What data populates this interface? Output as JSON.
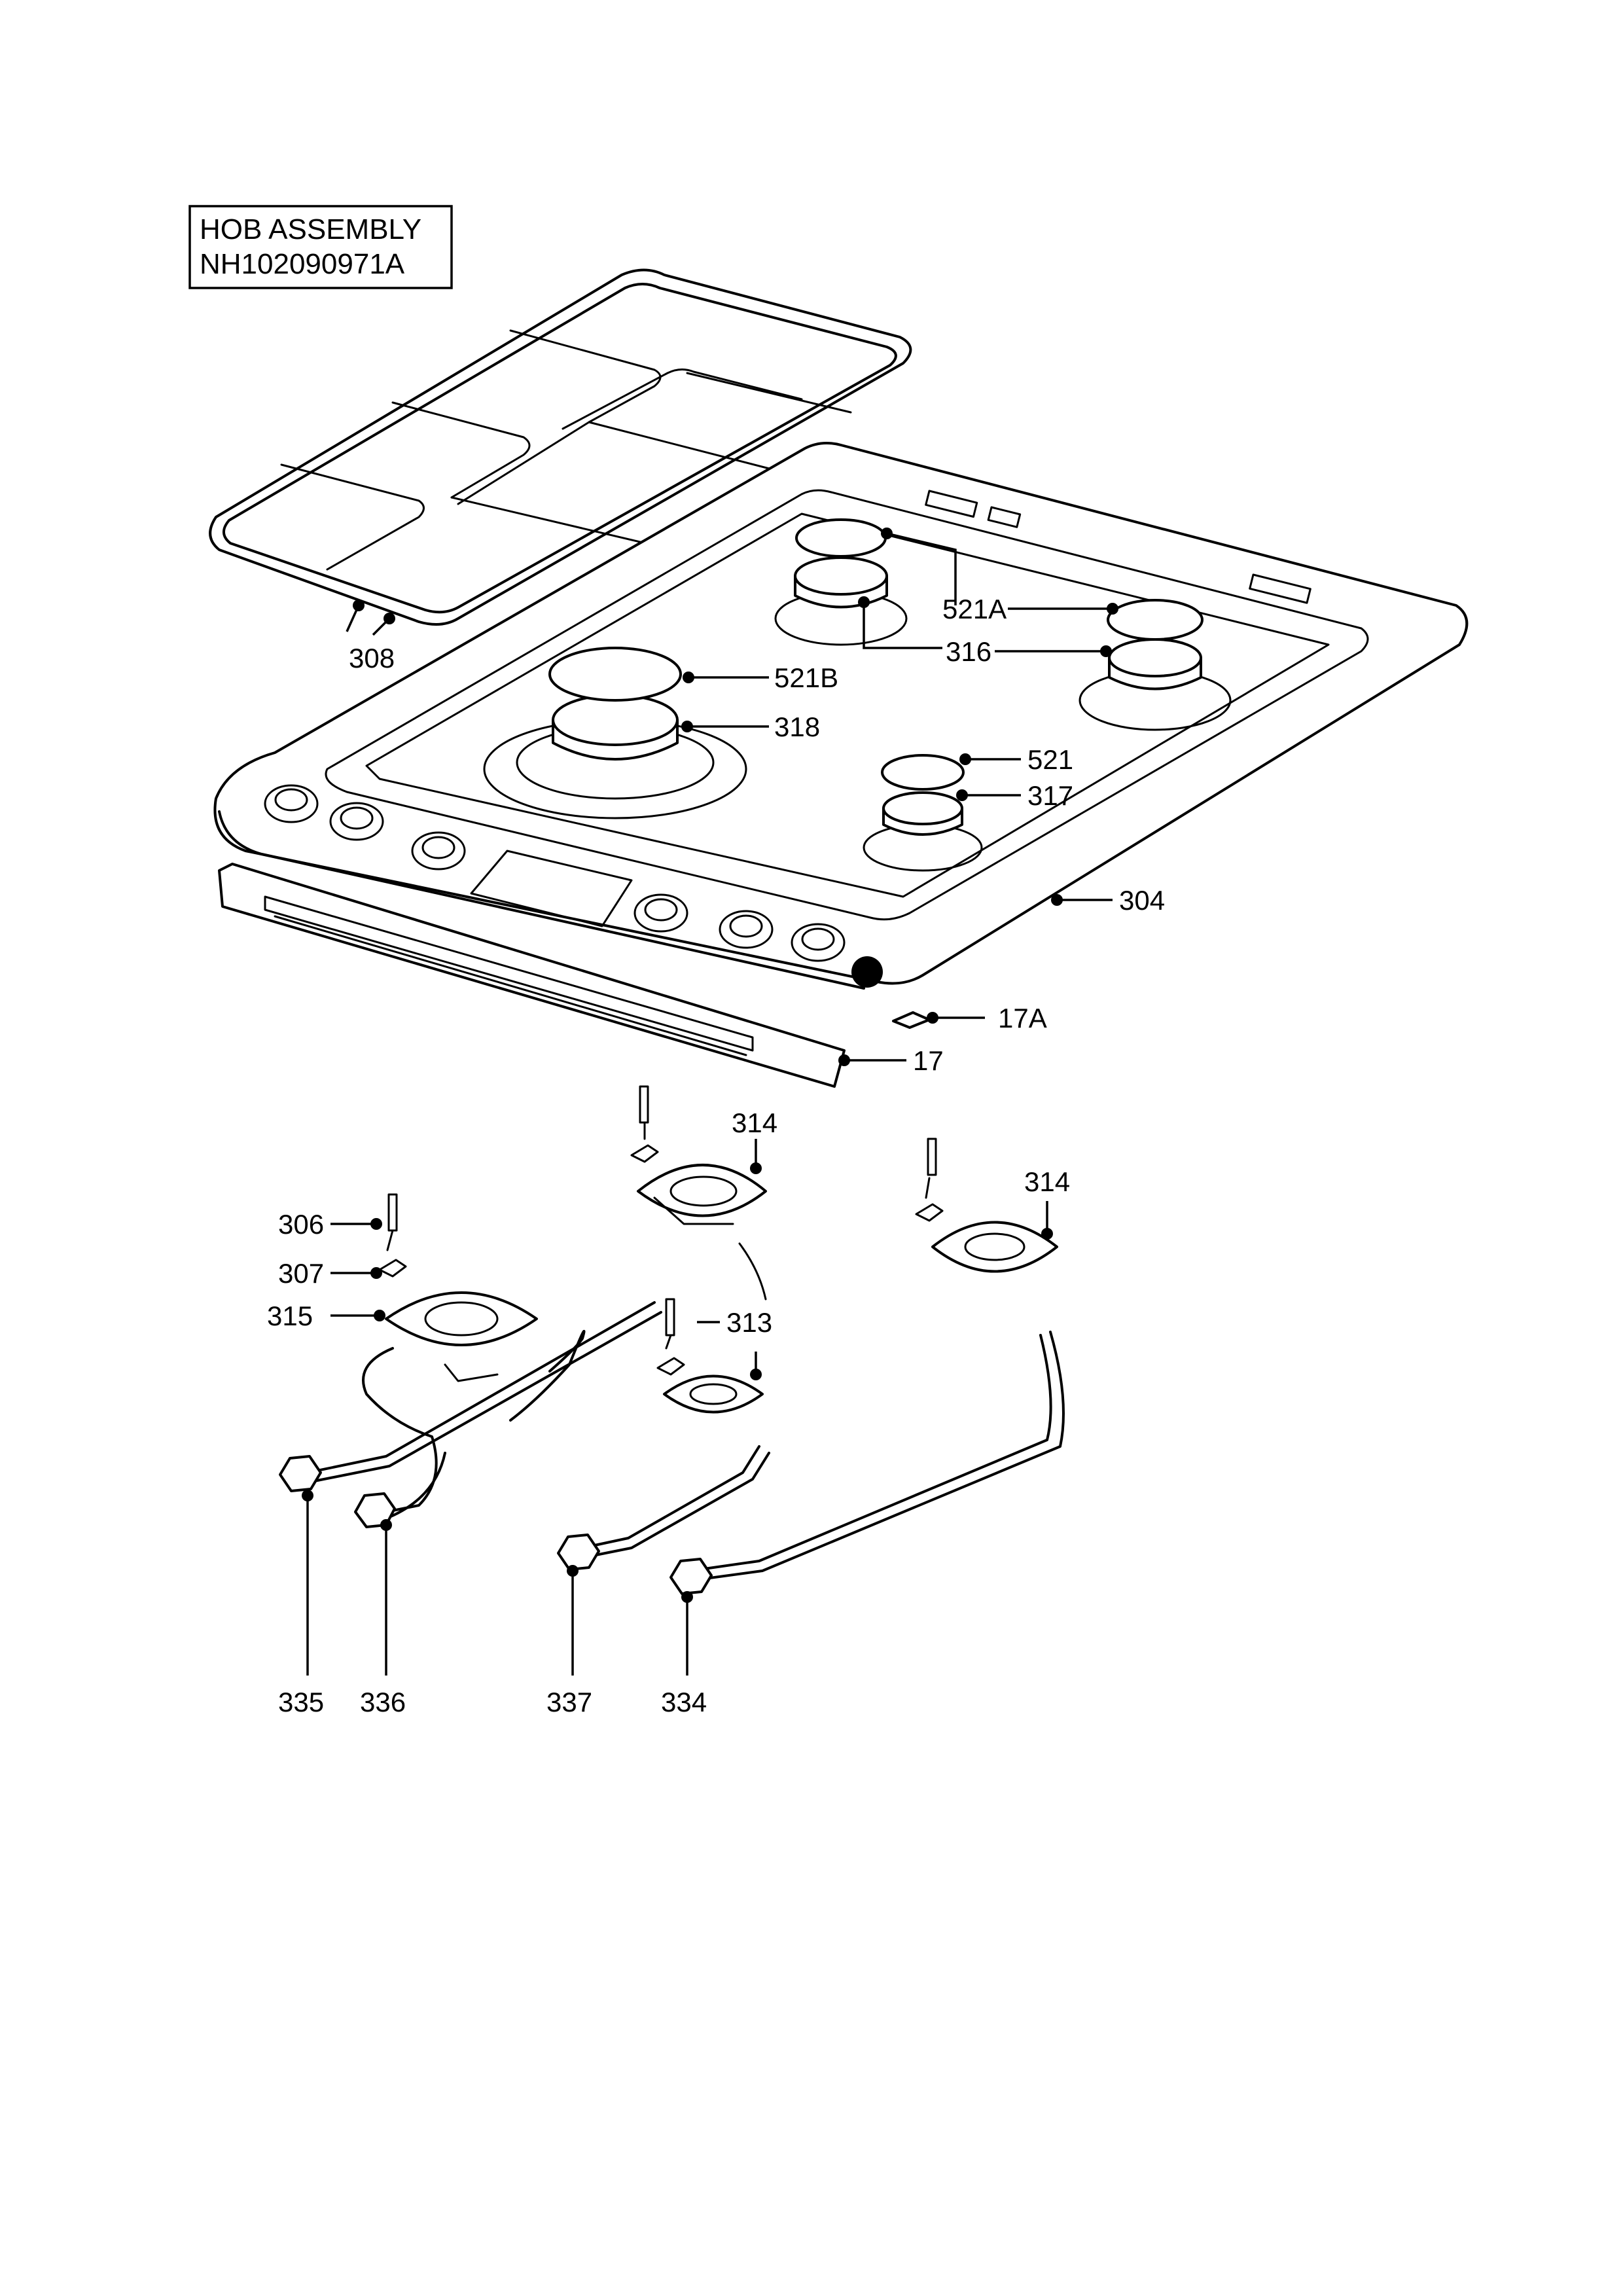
{
  "title_box": {
    "line1": "HOB ASSEMBLY",
    "line2": "NH102090971A"
  },
  "labels": {
    "p308": "308",
    "p521B": "521B",
    "p318": "318",
    "p521A": "521A",
    "p316": "316",
    "p521": "521",
    "p317": "317",
    "p304": "304",
    "p17A": "17A",
    "p17": "17",
    "p314a": "314",
    "p314b": "314",
    "p306": "306",
    "p307": "307",
    "p315": "315",
    "p313": "313",
    "p335": "335",
    "p336": "336",
    "p337": "337",
    "p334": "334"
  }
}
